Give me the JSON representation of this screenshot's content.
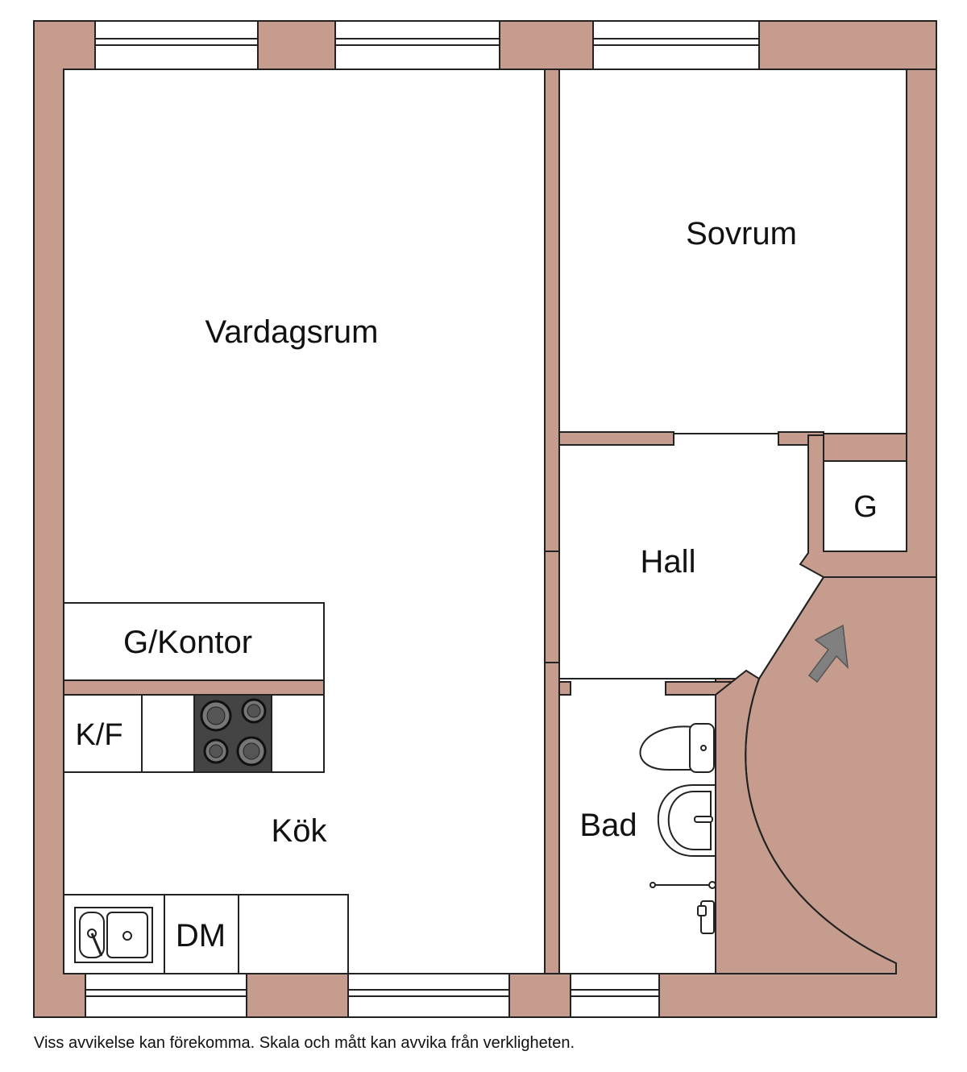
{
  "floorplan": {
    "rooms": {
      "living_room": "Vardagsrum",
      "bedroom": "Sovrum",
      "hall": "Hall",
      "wardrobe": "G",
      "office": "G/Kontor",
      "fridge_freezer": "K/F",
      "kitchen": "Kök",
      "dishwasher": "DM",
      "bathroom": "Bad"
    },
    "colors": {
      "wall": "#c69c8e",
      "outline": "#222222",
      "stove": "#444444",
      "arrow": "#808080"
    },
    "entrance_icon": "entrance-arrow-icon"
  },
  "footer": {
    "disclaimer": "Viss avvikelse kan förekomma. Skala och mått kan avvika från verkligheten."
  }
}
